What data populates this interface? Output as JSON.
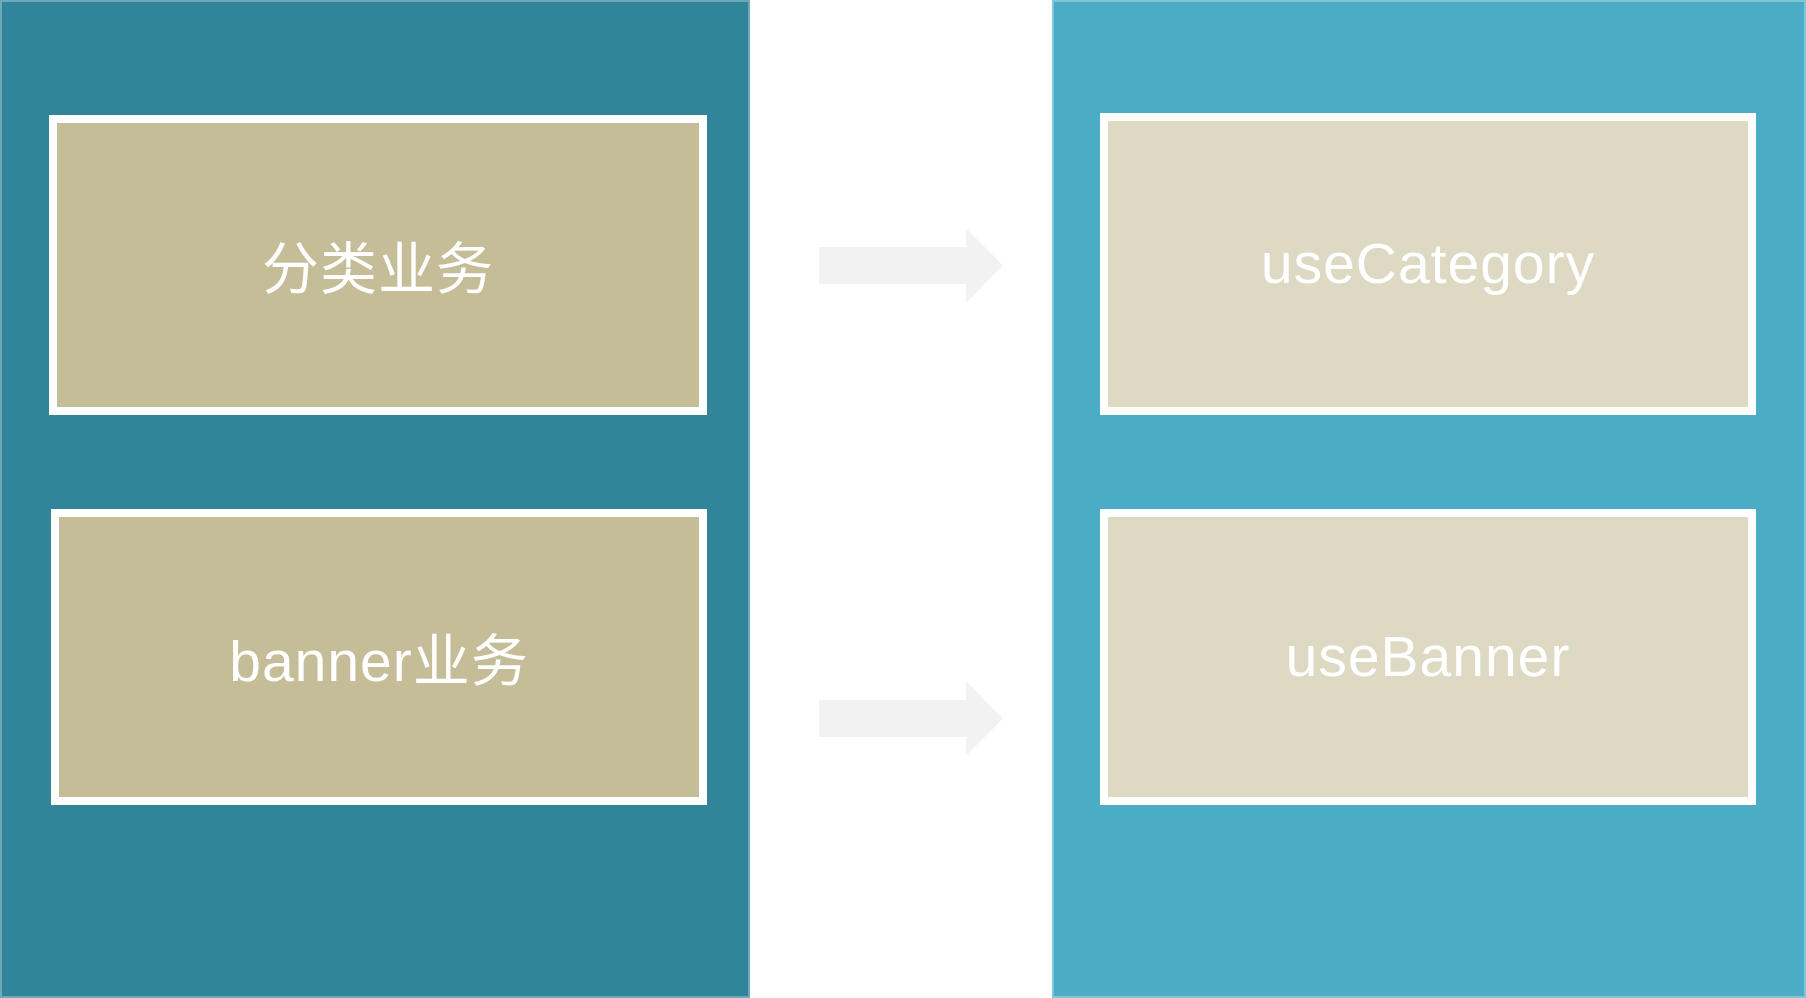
{
  "diagram": {
    "left_panel": {
      "items": [
        {
          "label": "分类业务"
        },
        {
          "label": "banner业务"
        }
      ]
    },
    "right_panel": {
      "items": [
        {
          "label": "useCategory"
        },
        {
          "label": "useBanner"
        }
      ]
    },
    "arrows": [
      {
        "icon": "arrow-right-icon",
        "direction": "right"
      },
      {
        "icon": "arrow-right-icon",
        "direction": "right"
      }
    ],
    "colors": {
      "left_panel_bg": "#31859B",
      "right_panel_bg": "#4BACC6",
      "left_box_fill": "#C4BD97",
      "right_box_fill": "#DDD9C3",
      "box_border": "#FFFFFF",
      "arrow_fill": "#F2F2F2",
      "text": "#FFFFFF"
    }
  }
}
